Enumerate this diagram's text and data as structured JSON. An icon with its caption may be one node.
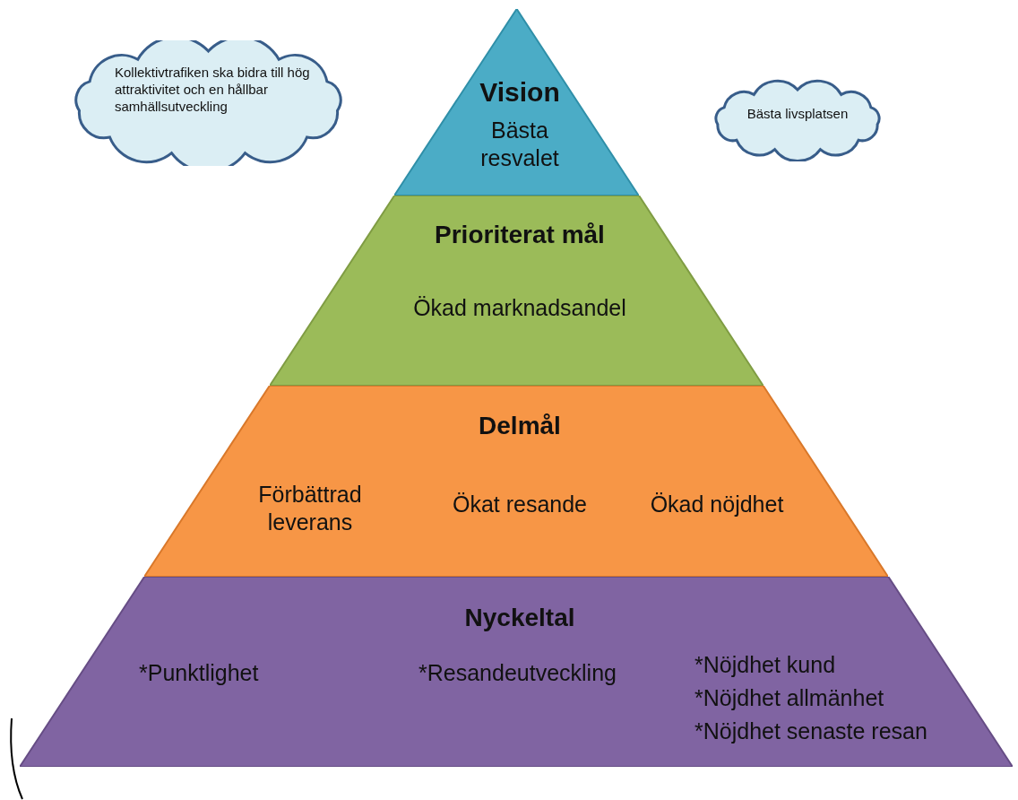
{
  "diagram": {
    "nodes": [
      {
        "text": [
          "Kollektivtrafiken ska bidra till hög attraktivitet och en hållbar samhällsutveckling"
        ]
      },
      {
        "text": [
          "Vision",
          "Bästa resvalet"
        ]
      },
      {
        "text": [
          "Bästa livsplatsen"
        ]
      },
      {
        "text": [
          "Prioriterat mål",
          "Ökad marknadsandel"
        ]
      },
      {
        "text": [
          "Delmål",
          "Förbättrad leverans",
          "Ökat resande",
          "Ökad nöjdhet"
        ]
      },
      {
        "text": [
          "Nyckeltal",
          "*Punktlighet",
          "*Resandeutveckling",
          "*Nöjdhet kund",
          "*Nöjdhet allmänhet",
          "*Nöjdhet senaste resan"
        ]
      }
    ],
    "edges": []
  }
}
